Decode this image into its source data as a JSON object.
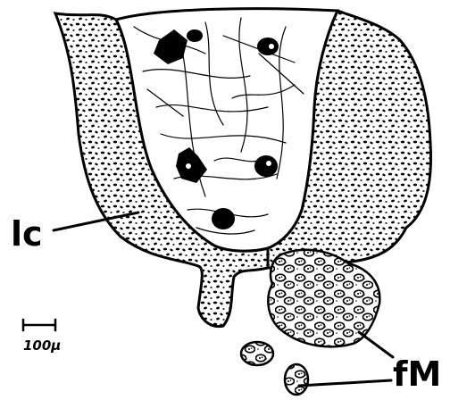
{
  "labels": {
    "lc": "lc",
    "fm": "fM",
    "scale_bar": "100µ"
  }
}
